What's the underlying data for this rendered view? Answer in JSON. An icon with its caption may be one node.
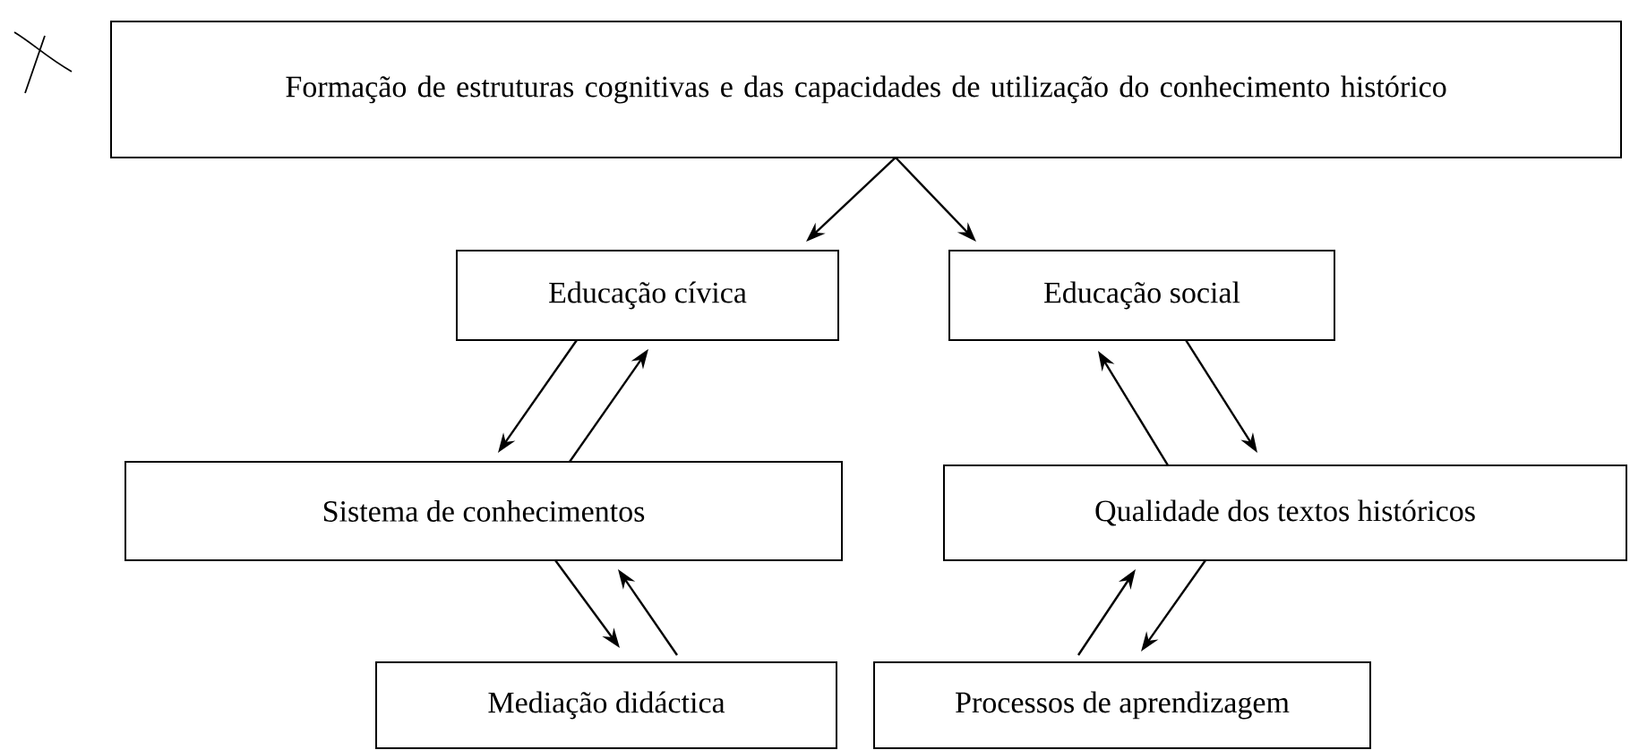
{
  "diagram": {
    "nodes": [
      {
        "text": [
          "Formação de estruturas cognitivas e das capacidades de utilização do conhecimento histórico"
        ]
      },
      {
        "text": [
          "Educação cívica"
        ]
      },
      {
        "text": [
          "Educação social"
        ]
      },
      {
        "text": [
          "Sistema de conhecimentos"
        ]
      },
      {
        "text": [
          "Qualidade dos textos históricos"
        ]
      },
      {
        "text": [
          "Mediação didáctica"
        ]
      },
      {
        "text": [
          "Processos de aprendizagem"
        ]
      }
    ],
    "edges": [
      {
        "from": 0,
        "to": 1,
        "arrow": "to"
      },
      {
        "from": 0,
        "to": 2,
        "arrow": "to"
      },
      {
        "from": 1,
        "to": 3,
        "arrow": "to"
      },
      {
        "from": 3,
        "to": 1,
        "arrow": "to"
      },
      {
        "from": 4,
        "to": 2,
        "arrow": "to"
      },
      {
        "from": 2,
        "to": 4,
        "arrow": "to"
      },
      {
        "from": 3,
        "to": 5,
        "arrow": "to"
      },
      {
        "from": 5,
        "to": 3,
        "arrow": "to"
      },
      {
        "from": 4,
        "to": 6,
        "arrow": "to"
      },
      {
        "from": 6,
        "to": 4,
        "arrow": "to"
      }
    ]
  }
}
